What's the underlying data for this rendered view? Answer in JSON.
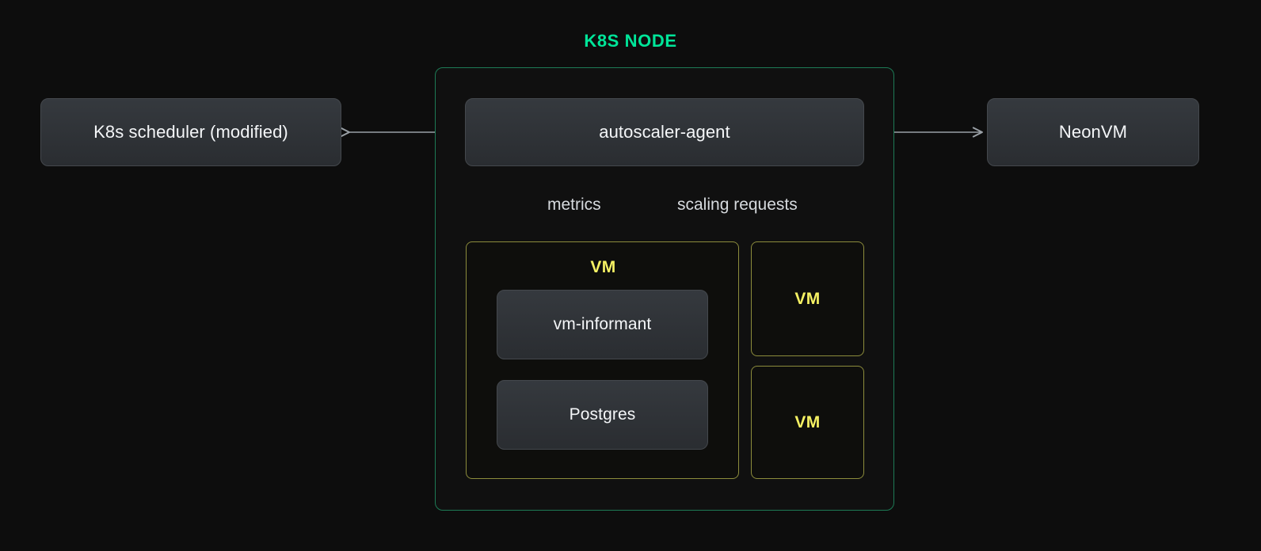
{
  "diagram": {
    "title": "K8S NODE",
    "background_color": "#0d0d0d",
    "accent_green": "#00e599",
    "accent_yellow": "#f5f163",
    "border_green": "#1d7a55",
    "border_yellow": "#8c8c3c",
    "arrow_color": "#9aa0a6"
  },
  "external": {
    "scheduler_label": "K8s scheduler (modified)",
    "neonvm_label": "NeonVM"
  },
  "node": {
    "agent_label": "autoscaler-agent",
    "vm_main": {
      "label": "VM",
      "children": [
        {
          "label": "vm-informant"
        },
        {
          "label": "Postgres"
        }
      ]
    },
    "vm_small": [
      {
        "label": "VM"
      },
      {
        "label": "VM"
      }
    ]
  },
  "connectors": {
    "scheduler_arrow": {
      "label": "",
      "direction": "left"
    },
    "neonvm_arrow": {
      "label": "",
      "direction": "right"
    },
    "metrics_arrow": {
      "label": "metrics",
      "direction": "both"
    },
    "scaling_arrow": {
      "label": "scaling requests",
      "direction": "both"
    }
  }
}
